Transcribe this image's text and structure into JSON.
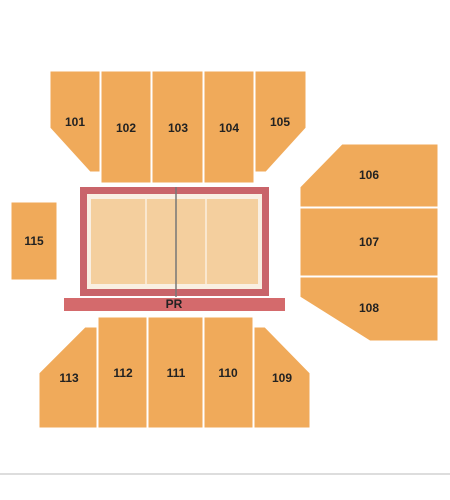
{
  "colors": {
    "section_fill": "#f0aa5a",
    "section_stroke": "#ffffff",
    "court_border": "#c9646a",
    "court_floor": "#f4cf9e",
    "stage_fill": "#d46a6c",
    "background": "#ffffff"
  },
  "sections": {
    "s101": "101",
    "s102": "102",
    "s103": "103",
    "s104": "104",
    "s105": "105",
    "s106": "106",
    "s107": "107",
    "s108": "108",
    "s109": "109",
    "s110": "110",
    "s111": "111",
    "s112": "112",
    "s113": "113",
    "s115": "115"
  },
  "court": {
    "press_row_label": "PR"
  }
}
